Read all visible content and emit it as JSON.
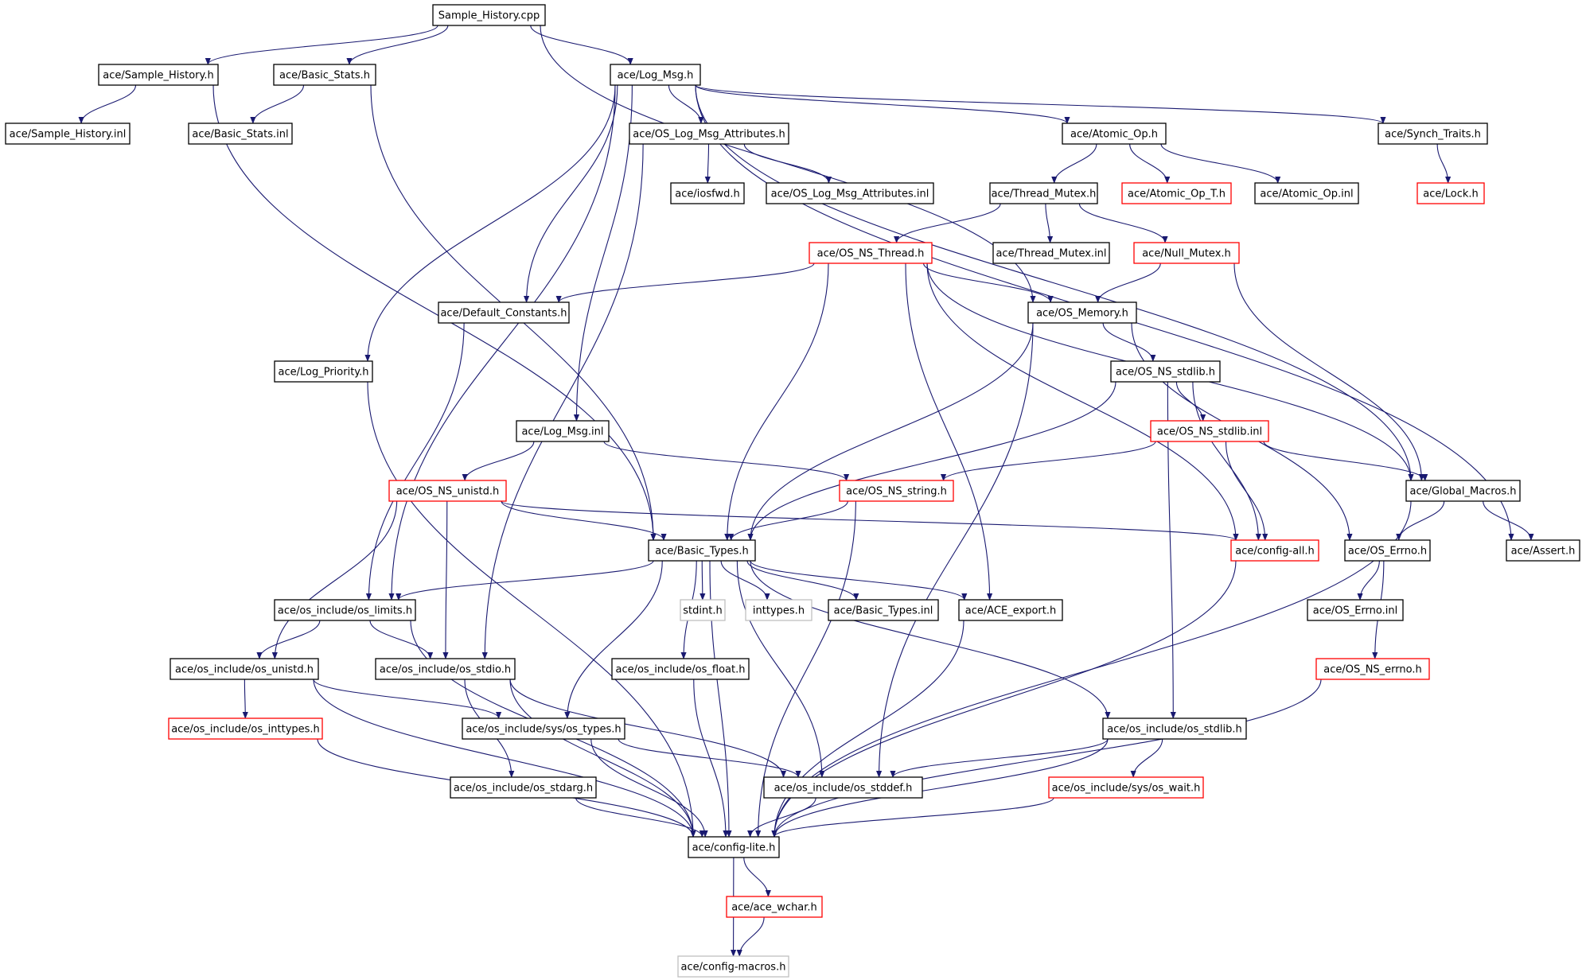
{
  "colors": {
    "edge": "#191970",
    "border_normal": "#000000",
    "border_truncated": "#ff0000",
    "border_system": "#bfbfbf",
    "fill_root": "#bfbfbf",
    "fill": "#ffffff"
  },
  "nodes": [
    {
      "id": "n0",
      "label": "Sample_History.cpp",
      "kind": "root"
    },
    {
      "id": "n1",
      "label": "ace/Sample_History.h",
      "kind": "normal"
    },
    {
      "id": "n2",
      "label": "ace/Basic_Stats.h",
      "kind": "normal"
    },
    {
      "id": "n3",
      "label": "ace/Log_Msg.h",
      "kind": "normal"
    },
    {
      "id": "n4",
      "label": "ace/Sample_History.inl",
      "kind": "normal"
    },
    {
      "id": "n5",
      "label": "ace/Basic_Stats.inl",
      "kind": "normal"
    },
    {
      "id": "n6",
      "label": "ace/OS_Log_Msg_Attributes.h",
      "kind": "normal"
    },
    {
      "id": "n7",
      "label": "ace/Atomic_Op.h",
      "kind": "normal"
    },
    {
      "id": "n8",
      "label": "ace/Synch_Traits.h",
      "kind": "normal"
    },
    {
      "id": "n9",
      "label": "ace/iosfwd.h",
      "kind": "normal"
    },
    {
      "id": "n10",
      "label": "ace/OS_Log_Msg_Attributes.inl",
      "kind": "normal"
    },
    {
      "id": "n11",
      "label": "ace/Thread_Mutex.h",
      "kind": "normal"
    },
    {
      "id": "n12",
      "label": "ace/Atomic_Op_T.h",
      "kind": "truncated"
    },
    {
      "id": "n13",
      "label": "ace/Atomic_Op.inl",
      "kind": "normal"
    },
    {
      "id": "n14",
      "label": "ace/Lock.h",
      "kind": "truncated"
    },
    {
      "id": "n15",
      "label": "ace/OS_NS_Thread.h",
      "kind": "truncated"
    },
    {
      "id": "n16",
      "label": "ace/Thread_Mutex.inl",
      "kind": "normal"
    },
    {
      "id": "n17",
      "label": "ace/Null_Mutex.h",
      "kind": "truncated"
    },
    {
      "id": "n18",
      "label": "ace/Default_Constants.h",
      "kind": "normal"
    },
    {
      "id": "n19",
      "label": "ace/OS_Memory.h",
      "kind": "normal"
    },
    {
      "id": "n20",
      "label": "ace/Log_Priority.h",
      "kind": "normal"
    },
    {
      "id": "n21",
      "label": "ace/OS_NS_stdlib.h",
      "kind": "normal"
    },
    {
      "id": "n22",
      "label": "ace/Log_Msg.inl",
      "kind": "normal"
    },
    {
      "id": "n23",
      "label": "ace/OS_NS_stdlib.inl",
      "kind": "truncated"
    },
    {
      "id": "n24",
      "label": "ace/OS_NS_unistd.h",
      "kind": "truncated"
    },
    {
      "id": "n25",
      "label": "ace/OS_NS_string.h",
      "kind": "truncated"
    },
    {
      "id": "n26",
      "label": "ace/Global_Macros.h",
      "kind": "normal"
    },
    {
      "id": "n27",
      "label": "ace/Basic_Types.h",
      "kind": "normal"
    },
    {
      "id": "n28",
      "label": "ace/config-all.h",
      "kind": "truncated"
    },
    {
      "id": "n29",
      "label": "ace/OS_Errno.h",
      "kind": "normal"
    },
    {
      "id": "n30",
      "label": "ace/Assert.h",
      "kind": "normal"
    },
    {
      "id": "n31",
      "label": "ace/os_include/os_limits.h",
      "kind": "normal"
    },
    {
      "id": "n32",
      "label": "stdint.h",
      "kind": "system"
    },
    {
      "id": "n33",
      "label": "inttypes.h",
      "kind": "system"
    },
    {
      "id": "n34",
      "label": "ace/Basic_Types.inl",
      "kind": "normal"
    },
    {
      "id": "n35",
      "label": "ace/ACE_export.h",
      "kind": "normal"
    },
    {
      "id": "n36",
      "label": "ace/OS_Errno.inl",
      "kind": "normal"
    },
    {
      "id": "n37",
      "label": "ace/os_include/os_unistd.h",
      "kind": "normal"
    },
    {
      "id": "n38",
      "label": "ace/os_include/os_stdio.h",
      "kind": "normal"
    },
    {
      "id": "n39",
      "label": "ace/os_include/os_float.h",
      "kind": "normal"
    },
    {
      "id": "n40",
      "label": "ace/OS_NS_errno.h",
      "kind": "truncated"
    },
    {
      "id": "n41",
      "label": "ace/os_include/os_inttypes.h",
      "kind": "truncated"
    },
    {
      "id": "n42",
      "label": "ace/os_include/sys/os_types.h",
      "kind": "normal"
    },
    {
      "id": "n43",
      "label": "ace/os_include/os_stdlib.h",
      "kind": "normal"
    },
    {
      "id": "n44",
      "label": "ace/os_include/os_stdarg.h",
      "kind": "normal"
    },
    {
      "id": "n45",
      "label": "ace/os_include/os_stddef.h",
      "kind": "normal"
    },
    {
      "id": "n46",
      "label": "ace/os_include/sys/os_wait.h",
      "kind": "truncated"
    },
    {
      "id": "n47",
      "label": "ace/config-lite.h",
      "kind": "normal"
    },
    {
      "id": "n48",
      "label": "ace/ace_wchar.h",
      "kind": "truncated"
    },
    {
      "id": "n49",
      "label": "ace/config-macros.h",
      "kind": "system"
    }
  ],
  "edges": [
    [
      "n0",
      "n1"
    ],
    [
      "n0",
      "n2"
    ],
    [
      "n0",
      "n3"
    ],
    [
      "n0",
      "n19"
    ],
    [
      "n1",
      "n4"
    ],
    [
      "n1",
      "n27"
    ],
    [
      "n2",
      "n5"
    ],
    [
      "n2",
      "n27"
    ],
    [
      "n3",
      "n6"
    ],
    [
      "n3",
      "n7"
    ],
    [
      "n3",
      "n8"
    ],
    [
      "n3",
      "n18"
    ],
    [
      "n3",
      "n20"
    ],
    [
      "n3",
      "n22"
    ],
    [
      "n3",
      "n31"
    ],
    [
      "n3",
      "n26"
    ],
    [
      "n3",
      "n30"
    ],
    [
      "n6",
      "n9"
    ],
    [
      "n6",
      "n10"
    ],
    [
      "n6",
      "n38"
    ],
    [
      "n7",
      "n11"
    ],
    [
      "n7",
      "n12"
    ],
    [
      "n7",
      "n13"
    ],
    [
      "n8",
      "n14"
    ],
    [
      "n11",
      "n15"
    ],
    [
      "n11",
      "n16"
    ],
    [
      "n11",
      "n17"
    ],
    [
      "n15",
      "n18"
    ],
    [
      "n15",
      "n19"
    ],
    [
      "n15",
      "n27"
    ],
    [
      "n15",
      "n35"
    ],
    [
      "n15",
      "n26"
    ],
    [
      "n15",
      "n28"
    ],
    [
      "n17",
      "n19"
    ],
    [
      "n17",
      "n26"
    ],
    [
      "n18",
      "n31"
    ],
    [
      "n19",
      "n21"
    ],
    [
      "n19",
      "n27"
    ],
    [
      "n19",
      "n29"
    ],
    [
      "n19",
      "n45"
    ],
    [
      "n20",
      "n47"
    ],
    [
      "n21",
      "n23"
    ],
    [
      "n21",
      "n27"
    ],
    [
      "n21",
      "n43"
    ],
    [
      "n21",
      "n28"
    ],
    [
      "n22",
      "n24"
    ],
    [
      "n22",
      "n25"
    ],
    [
      "n23",
      "n25"
    ],
    [
      "n23",
      "n26"
    ],
    [
      "n23",
      "n28"
    ],
    [
      "n24",
      "n27"
    ],
    [
      "n24",
      "n28"
    ],
    [
      "n24",
      "n37"
    ],
    [
      "n24",
      "n38"
    ],
    [
      "n25",
      "n27"
    ],
    [
      "n25",
      "n47"
    ],
    [
      "n26",
      "n29"
    ],
    [
      "n26",
      "n30"
    ],
    [
      "n26",
      "n47"
    ],
    [
      "n27",
      "n31"
    ],
    [
      "n27",
      "n32"
    ],
    [
      "n27",
      "n33"
    ],
    [
      "n27",
      "n34"
    ],
    [
      "n27",
      "n35"
    ],
    [
      "n27",
      "n39"
    ],
    [
      "n27",
      "n42"
    ],
    [
      "n27",
      "n43"
    ],
    [
      "n27",
      "n45"
    ],
    [
      "n27",
      "n47"
    ],
    [
      "n28",
      "n47"
    ],
    [
      "n29",
      "n36"
    ],
    [
      "n29",
      "n40"
    ],
    [
      "n31",
      "n37"
    ],
    [
      "n31",
      "n38"
    ],
    [
      "n31",
      "n47"
    ],
    [
      "n35",
      "n47"
    ],
    [
      "n37",
      "n41"
    ],
    [
      "n37",
      "n42"
    ],
    [
      "n37",
      "n47"
    ],
    [
      "n38",
      "n44"
    ],
    [
      "n38",
      "n45"
    ],
    [
      "n38",
      "n47"
    ],
    [
      "n39",
      "n47"
    ],
    [
      "n40",
      "n47"
    ],
    [
      "n41",
      "n47"
    ],
    [
      "n42",
      "n45"
    ],
    [
      "n42",
      "n47"
    ],
    [
      "n43",
      "n45"
    ],
    [
      "n43",
      "n46"
    ],
    [
      "n43",
      "n47"
    ],
    [
      "n44",
      "n47"
    ],
    [
      "n45",
      "n47"
    ],
    [
      "n46",
      "n47"
    ],
    [
      "n47",
      "n48"
    ],
    [
      "n47",
      "n49"
    ],
    [
      "n48",
      "n49"
    ]
  ]
}
